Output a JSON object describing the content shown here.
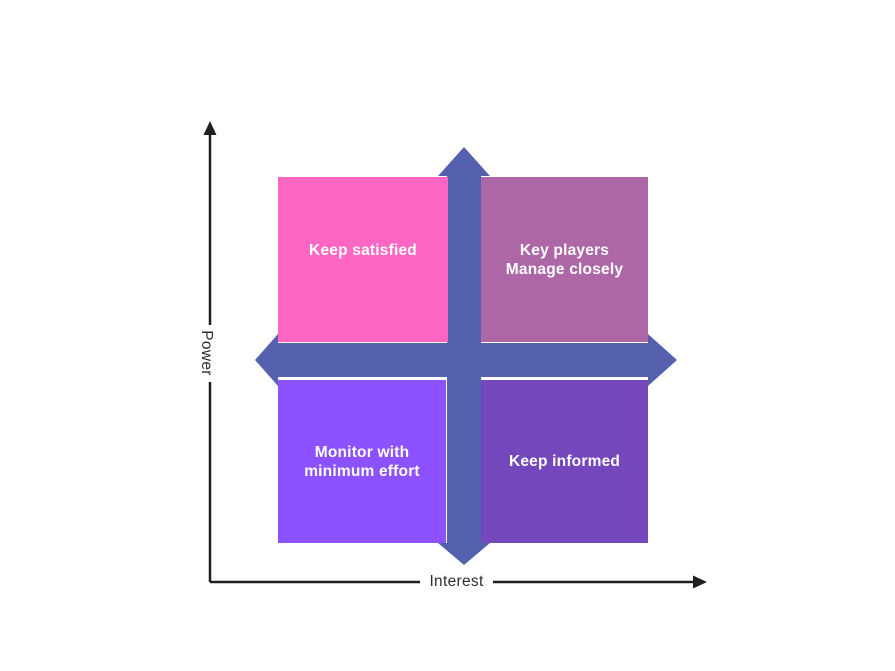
{
  "diagram": {
    "name": "power-interest-stakeholder-matrix",
    "x_axis_label": "Interest",
    "y_axis_label": "Power",
    "quadrants": [
      {
        "id": "keep-satisfied",
        "position": "top-left",
        "label": "Keep satisfied",
        "color": "#FF66C4"
      },
      {
        "id": "key-players",
        "position": "top-right",
        "label": "Key players\nManage closely",
        "color": "#AE67A6"
      },
      {
        "id": "monitor",
        "position": "bottom-left",
        "label": "Monitor with\nminimum effort",
        "color": "#8C52FF"
      },
      {
        "id": "keep-informed",
        "position": "bottom-right",
        "label": "Keep informed",
        "color": "#7547BD"
      }
    ],
    "colors": {
      "cross": "#5561AF",
      "axis": "#1f1f1f",
      "quadrant_text": "#FFFFFF",
      "axis_text": "#2E2E2E",
      "background": "#FFFFFF"
    }
  }
}
